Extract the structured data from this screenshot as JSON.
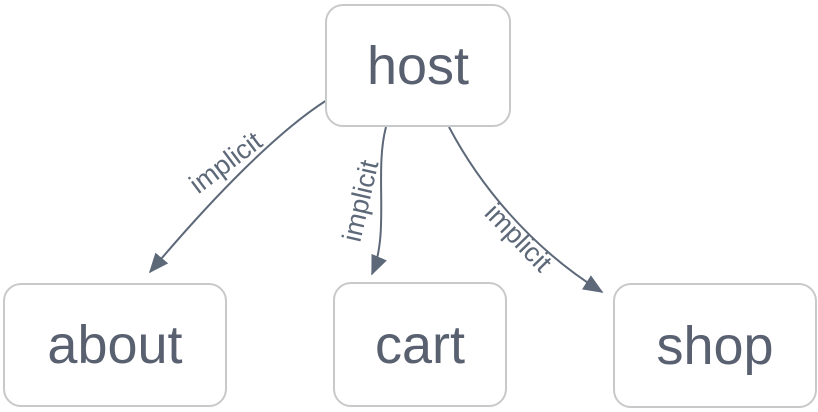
{
  "diagram": {
    "type": "flowchart",
    "direction": "top-down",
    "nodes": [
      {
        "id": "host",
        "label": "host"
      },
      {
        "id": "about",
        "label": "about"
      },
      {
        "id": "cart",
        "label": "cart"
      },
      {
        "id": "shop",
        "label": "shop"
      }
    ],
    "edges": [
      {
        "from": "host",
        "to": "about",
        "label": "implicit",
        "arrow": "filled-triangle"
      },
      {
        "from": "host",
        "to": "cart",
        "label": "implicit",
        "arrow": "filled-triangle"
      },
      {
        "from": "host",
        "to": "shop",
        "label": "implicit",
        "arrow": "filled-triangle"
      }
    ],
    "colors": {
      "canvas_background": "#ffffff",
      "node_background": "#ffffff",
      "node_border": "#c8c9cb",
      "node_text": "#596070",
      "edge_stroke": "#5d6878",
      "edge_label_text": "#5d6878",
      "arrowhead_fill": "#5d6878"
    }
  }
}
